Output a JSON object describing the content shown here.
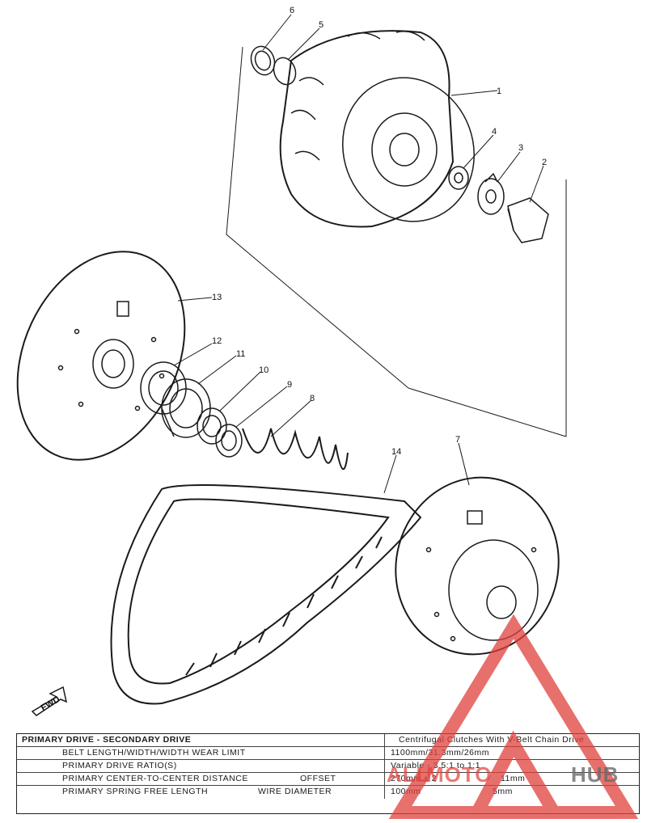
{
  "callouts": [
    "1",
    "2",
    "3",
    "4",
    "5",
    "6",
    "7",
    "8",
    "9",
    "10",
    "11",
    "12",
    "13",
    "14"
  ],
  "fwd_label": "FWD",
  "spec_table": {
    "header_left": "PRIMARY DRIVE - SECONDARY DRIVE",
    "header_right": "Centrifugal Clutches With V-Belt Chain Drive",
    "rows": [
      {
        "label": "BELT LENGTH/WIDTH/WIDTH WEAR LIMIT",
        "label2": "",
        "value": "1100mm/31.3mm/26mm",
        "value2": ""
      },
      {
        "label": "PRIMARY DRIVE RATIO(S)",
        "label2": "",
        "value": "Variable - 3.5:1 to 1:1",
        "value2": ""
      },
      {
        "label": "PRIMARY CENTER-TO-CENTER DISTANCE",
        "label2": "OFFSET",
        "value": "270mm ± 2",
        "value2": "11mm"
      },
      {
        "label": "PRIMARY SPRING FREE LENGTH",
        "label2": "WIRE DIAMETER",
        "value": "100mm",
        "value2": "5mm"
      }
    ]
  },
  "watermark": {
    "part1": "ALL",
    "part2": "MOTO",
    "part3": "HUB"
  },
  "colors": {
    "watermark_red": "#e0413c",
    "watermark_gray": "#6a6a6a",
    "line": "#1a1a1a"
  }
}
